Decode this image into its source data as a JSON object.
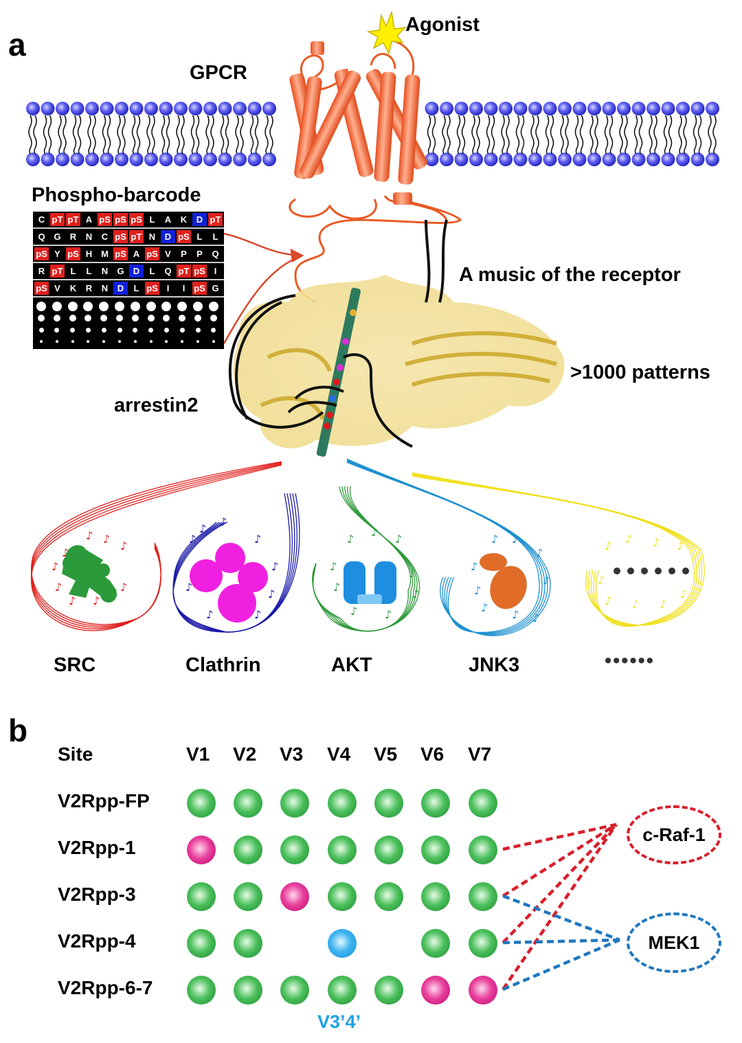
{
  "panel_a": {
    "letter": "a",
    "gpcr_label": "GPCR",
    "agonist_label": "Agonist",
    "barcode_title": "Phospho-barcode",
    "barcode_rows": [
      [
        "C",
        "pT",
        "pT",
        "A",
        "pS",
        "pS",
        "pS",
        "L",
        "A",
        "K",
        "D",
        "pT"
      ],
      [
        "Q",
        "G",
        "R",
        "N",
        "C",
        "pS",
        "pT",
        "N",
        "D",
        "pS",
        "L",
        "L"
      ],
      [
        "pS",
        "Y",
        "pS",
        "H",
        "M",
        "pS",
        "A",
        "pS",
        "V",
        "P",
        "P",
        "Q"
      ],
      [
        "R",
        "pT",
        "L",
        "L",
        "N",
        "G",
        "D",
        "L",
        "Q",
        "pT",
        "pS",
        "I"
      ],
      [
        "pS",
        "V",
        "K",
        "R",
        "N",
        "D",
        "L",
        "pS",
        "I",
        "I",
        "pS",
        "G"
      ]
    ],
    "music_label": "A music of the receptor",
    "patterns_label": ">1000 patterns",
    "arrestin_label": "arrestin2",
    "effectors": [
      {
        "name": "SRC",
        "color": "#e0201c"
      },
      {
        "name": "Clathrin",
        "color": "#1a1aa8"
      },
      {
        "name": "AKT",
        "color": "#2e9a3a"
      },
      {
        "name": "JNK3",
        "color": "#1e90d0"
      },
      {
        "name": "••••••",
        "color": "#f0e020"
      }
    ],
    "colors": {
      "membrane_head": "#4a4ae8",
      "receptor": "#f06030",
      "agonist": "#ffee00",
      "arrestin": "#e8d070",
      "phospho": "#e0201c",
      "asp": "#1020d8"
    }
  },
  "panel_b": {
    "letter": "b",
    "site_header": "Site",
    "columns": [
      "V1",
      "V2",
      "V3",
      "V4",
      "V5",
      "V6",
      "V7"
    ],
    "rows": [
      {
        "name": "V2Rpp-FP",
        "sites": [
          "g",
          "g",
          "g",
          "g",
          "g",
          "g",
          "g"
        ]
      },
      {
        "name": "V2Rpp-1",
        "sites": [
          "m",
          "g",
          "g",
          "g",
          "g",
          "g",
          "g"
        ]
      },
      {
        "name": "V2Rpp-3",
        "sites": [
          "g",
          "g",
          "m",
          "g",
          "g",
          "g",
          "g"
        ]
      },
      {
        "name": "V2Rpp-4",
        "sites": [
          "g",
          "g",
          "",
          "c",
          "",
          "g",
          "g"
        ]
      },
      {
        "name": "V2Rpp-6-7",
        "sites": [
          "g",
          "g",
          "g",
          "g",
          "g",
          "m",
          "m"
        ]
      }
    ],
    "v34_label": "V3’4’",
    "targets": [
      {
        "name": "c-Raf-1",
        "color": "#d81e2c",
        "from_rows": [
          "V2Rpp-1",
          "V2Rpp-3",
          "V2Rpp-4",
          "V2Rpp-6-7"
        ]
      },
      {
        "name": "MEK1",
        "color": "#1e78c0",
        "from_rows": [
          "V2Rpp-3",
          "V2Rpp-4",
          "V2Rpp-6-7"
        ]
      }
    ],
    "legend_colors": {
      "g": "#2ea44a",
      "m": "#e0208c",
      "c": "#2aa8e8"
    }
  }
}
